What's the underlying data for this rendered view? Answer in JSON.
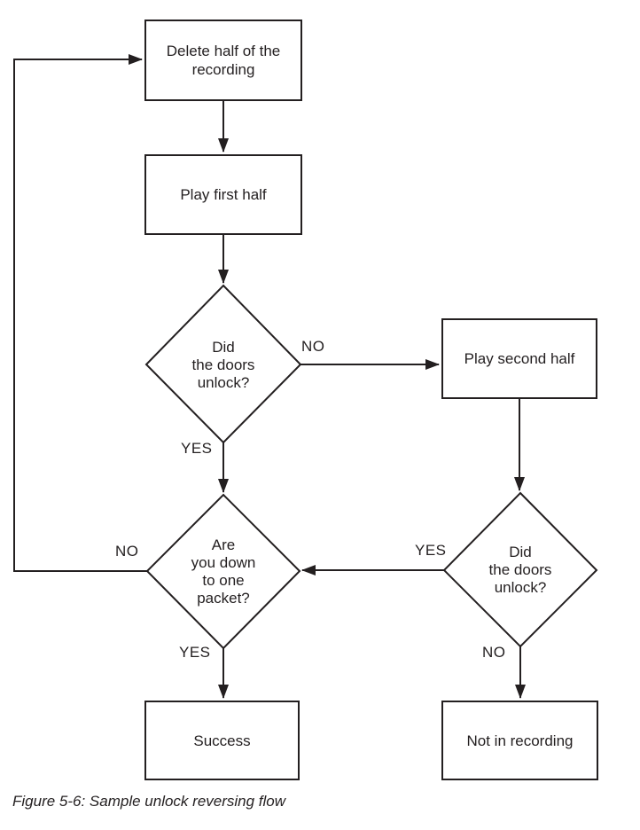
{
  "colors": {
    "ink": "#231f20",
    "background": "#ffffff"
  },
  "nodes": {
    "delete_half": {
      "lines": [
        "Delete half of the",
        "recording"
      ]
    },
    "play_first": {
      "label": "Play first half"
    },
    "did_unlock_first": {
      "lines": [
        "Did",
        "the doors",
        "unlock?"
      ]
    },
    "play_second": {
      "label": "Play second half"
    },
    "did_unlock_second": {
      "lines": [
        "Did",
        "the doors",
        "unlock?"
      ]
    },
    "down_to_one_packet": {
      "lines": [
        "Are",
        "you down",
        "to one",
        "packet?"
      ]
    },
    "success": {
      "label": "Success"
    },
    "not_in_recording": {
      "label": "Not in recording"
    }
  },
  "edge_labels": {
    "first_unlock_no": "NO",
    "first_unlock_yes": "YES",
    "packet_no": "NO",
    "packet_yes": "YES",
    "second_unlock_yes": "YES",
    "second_unlock_no": "NO"
  },
  "caption": "Figure 5-6: Sample unlock reversing flow"
}
